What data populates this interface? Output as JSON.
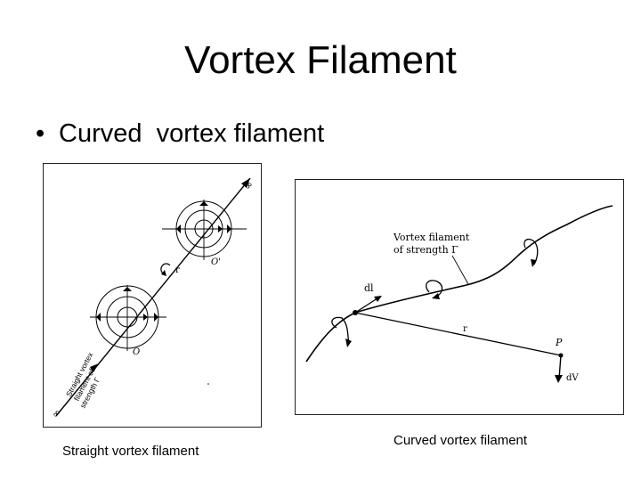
{
  "slide": {
    "title": "Vortex Filament",
    "bullet": "Curved  vortex filament",
    "bullet_symbol": "•"
  },
  "left_figure": {
    "caption": "Straight vortex filament",
    "filament_label": [
      "Straight vortex",
      "filament of",
      "strength Γ"
    ],
    "infinity_top": "∞",
    "infinity_bottom": "∞",
    "point_upper": "O'",
    "point_lower": "O",
    "radius_label": "r"
  },
  "right_figure": {
    "caption": "Curved vortex filament",
    "filament_label": [
      "Vortex filament",
      "of strength Γ"
    ],
    "dl_label": "dl",
    "r_label": "r",
    "point_label": "P",
    "dv_label": "dV"
  }
}
